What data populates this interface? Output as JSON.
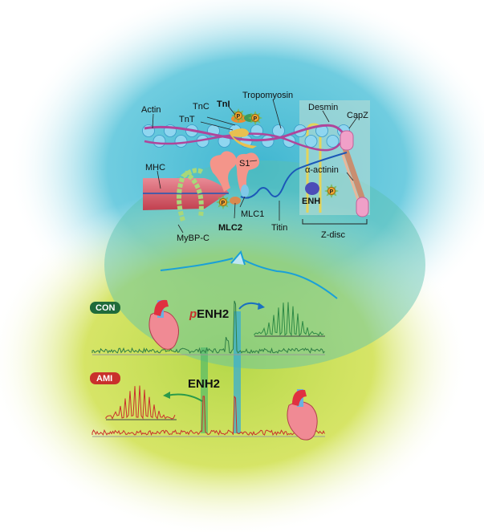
{
  "labels": {
    "actin": "Actin",
    "tnc": "TnC",
    "tni": "TnI",
    "tnt": "TnT",
    "tropomyosin": "Tropomyosin",
    "desmin": "Desmin",
    "capz": "CapZ",
    "mhc": "MHC",
    "s1": "S1",
    "alpha_actinin": "α-actinin",
    "enh": "ENH",
    "mlc1": "MLC1",
    "mlc2": "MLC2",
    "titin": "Titin",
    "mybpc": "MyBP-C",
    "zdisc": "Z-disc",
    "phospho": "P"
  },
  "spectra": {
    "con_badge": "CON",
    "ami_badge": "AMI",
    "penh2_prefix": "p",
    "penh2": "ENH2",
    "enh2": "ENH2"
  },
  "colors": {
    "con": "#1f6b3a",
    "ami": "#c9302c",
    "arrow": "#1aa0d8",
    "actin": "#8fd6f0"
  }
}
